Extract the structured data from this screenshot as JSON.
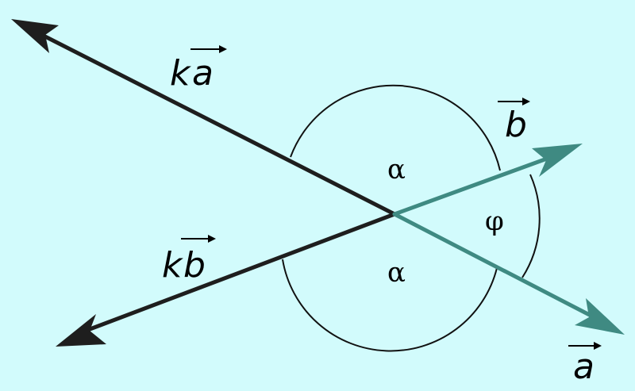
{
  "colors": {
    "background": "#d2fbfc",
    "black_vectors": "#1e1e1e",
    "teal_vectors": "#3f8a82",
    "arc": "#111111"
  },
  "labels": {
    "ka_k": "k",
    "ka_a": "a",
    "kb_k": "k",
    "kb_b": "b",
    "b": "b",
    "a": "a",
    "alpha_top": "α",
    "alpha_bottom": "α",
    "phi": "φ"
  }
}
